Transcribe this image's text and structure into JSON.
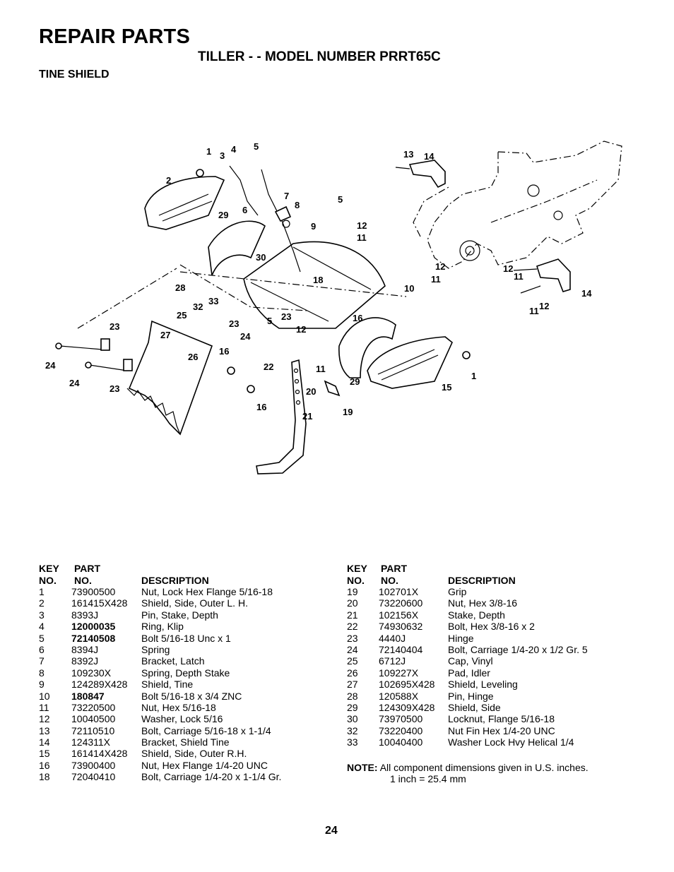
{
  "header": {
    "title": "REPAIR PARTS",
    "subtitle": "TILLER - - MODEL NUMBER PRRT65C",
    "section": "TINE SHIELD"
  },
  "diagram": {
    "callouts": [
      "1",
      "2",
      "3",
      "4",
      "5",
      "6",
      "7",
      "8",
      "9",
      "10",
      "11",
      "12",
      "13",
      "14",
      "15",
      "16",
      "18",
      "19",
      "20",
      "21",
      "22",
      "23",
      "24",
      "25",
      "26",
      "27",
      "28",
      "29",
      "30",
      "32",
      "33"
    ]
  },
  "table_headers": {
    "key_line1": "KEY",
    "key_line2": "NO.",
    "part_line1": "PART",
    "part_line2": "NO.",
    "description": "DESCRIPTION"
  },
  "parts_left": [
    {
      "key": "1",
      "part": "73900500",
      "desc": "Nut, Lock Hex Flange  5/16-18",
      "bold": false
    },
    {
      "key": "2",
      "part": "161415X428",
      "desc": "Shield, Side, Outer L. H.",
      "bold": false
    },
    {
      "key": "3",
      "part": "8393J",
      "desc": "Pin, Stake, Depth",
      "bold": false
    },
    {
      "key": "4",
      "part": "12000035",
      "desc": "Ring, Klip",
      "bold": true
    },
    {
      "key": "5",
      "part": "72140508",
      "desc": "Bolt 5/16-18 Unc x 1",
      "bold": true
    },
    {
      "key": "6",
      "part": "8394J",
      "desc": "Spring",
      "bold": false
    },
    {
      "key": "7",
      "part": "8392J",
      "desc": "Bracket, Latch",
      "bold": false
    },
    {
      "key": "8",
      "part": "109230X",
      "desc": "Spring, Depth Stake",
      "bold": false
    },
    {
      "key": "9",
      "part": "124289X428",
      "desc": "Shield, Tine",
      "bold": false
    },
    {
      "key": "10",
      "part": "180847",
      "desc": "Bolt 5/16-18 x 3/4 ZNC",
      "bold": true
    },
    {
      "key": "11",
      "part": "73220500",
      "desc": "Nut, Hex  5/16-18",
      "bold": false
    },
    {
      "key": "12",
      "part": "10040500",
      "desc": "Washer, Lock  5/16",
      "bold": false
    },
    {
      "key": "13",
      "part": "72110510",
      "desc": "Bolt, Carriage  5/16-18 x 1-1/4",
      "bold": false
    },
    {
      "key": "14",
      "part": "124311X",
      "desc": "Bracket, Shield Tine",
      "bold": false
    },
    {
      "key": "15",
      "part": "161414X428",
      "desc": "Shield, Side, Outer R.H.",
      "bold": false
    },
    {
      "key": "16",
      "part": "73900400",
      "desc": "Nut, Hex Flange 1/4-20 UNC",
      "bold": false
    },
    {
      "key": "18",
      "part": "72040410",
      "desc": "Bolt, Carriage  1/4-20 x 1-1/4 Gr.",
      "bold": false
    }
  ],
  "parts_right": [
    {
      "key": "19",
      "part": "102701X",
      "desc": "Grip",
      "bold": false
    },
    {
      "key": "20",
      "part": "73220600",
      "desc": "Nut, Hex  3/8-16",
      "bold": false
    },
    {
      "key": "21",
      "part": "102156X",
      "desc": "Stake, Depth",
      "bold": false
    },
    {
      "key": "22",
      "part": "74930632",
      "desc": "Bolt, Hex  3/8-16 x 2",
      "bold": false
    },
    {
      "key": "23",
      "part": "4440J",
      "desc": "Hinge",
      "bold": false
    },
    {
      "key": "24",
      "part": "72140404",
      "desc": "Bolt, Carriage  1/4-20 x 1/2 Gr. 5",
      "bold": false
    },
    {
      "key": "25",
      "part": "6712J",
      "desc": "Cap, Vinyl",
      "bold": false
    },
    {
      "key": "26",
      "part": "109227X",
      "desc": "Pad, Idler",
      "bold": false
    },
    {
      "key": "27",
      "part": "102695X428",
      "desc": "Shield, Leveling",
      "bold": false
    },
    {
      "key": "28",
      "part": "120588X",
      "desc": "Pin, Hinge",
      "bold": false
    },
    {
      "key": "29",
      "part": "124309X428",
      "desc": "Shield, Side",
      "bold": false
    },
    {
      "key": "30",
      "part": "73970500",
      "desc": "Locknut, Flange  5/16-18",
      "bold": false
    },
    {
      "key": "32",
      "part": "73220400",
      "desc": "Nut Fin Hex  1/4-20 UNC",
      "bold": false
    },
    {
      "key": "33",
      "part": "10040400",
      "desc": "Washer Lock Hvy Helical  1/4",
      "bold": false
    }
  ],
  "note": {
    "label": "NOTE:",
    "line1": "All component dimensions given in U.S. inches.",
    "line2": "1 inch = 25.4 mm"
  },
  "page_number": "24"
}
